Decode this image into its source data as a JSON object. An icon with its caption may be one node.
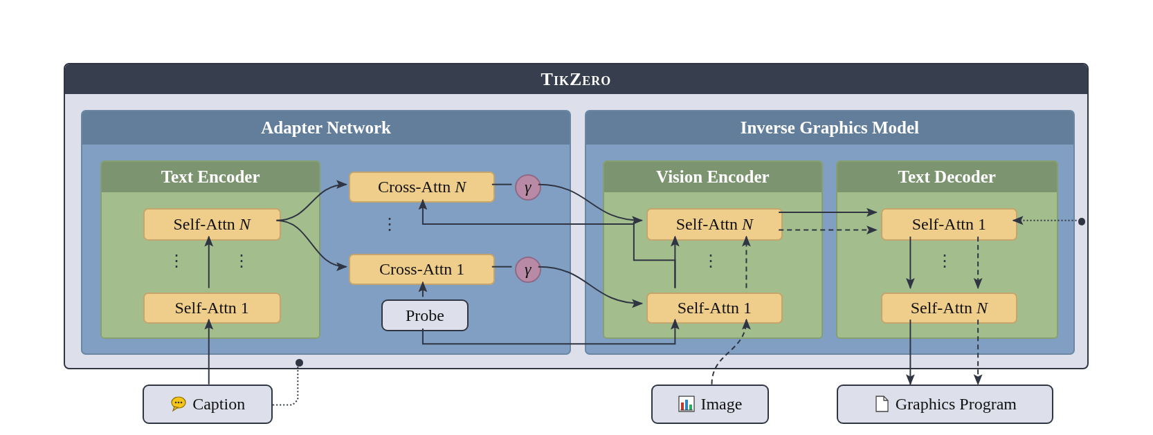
{
  "diagram": {
    "nodes": [
      {
        "text": [
          "TikZero"
        ]
      },
      {
        "text": [
          "Adapter Network"
        ],
        "in": 0
      },
      {
        "text": [
          "Text Encoder"
        ],
        "in": 1
      },
      {
        "text": [
          "Self-Attn *N*"
        ],
        "in": 2
      },
      {
        "text": [
          "Self-Attn 1"
        ],
        "in": 2
      },
      {
        "text": [
          "Cross-Attn *N*"
        ],
        "in": 1
      },
      {
        "text": [
          "Cross-Attn 1"
        ],
        "in": 1
      },
      {
        "text": [
          "γ"
        ],
        "in": 1
      },
      {
        "text": [
          "γ"
        ],
        "in": 1
      },
      {
        "text": [
          "Probe"
        ],
        "in": 1
      },
      {
        "text": [
          "Inverse Graphics Model"
        ],
        "in": 0
      },
      {
        "text": [
          "Vision Encoder"
        ],
        "in": 10
      },
      {
        "text": [
          "Self-Attn *N*"
        ],
        "in": 11
      },
      {
        "text": [
          "Self-Attn 1"
        ],
        "in": 11
      },
      {
        "text": [
          "Text Decoder"
        ],
        "in": 10
      },
      {
        "text": [
          "Self-Attn 1"
        ],
        "in": 14
      },
      {
        "text": [
          "Self-Attn *N*"
        ],
        "in": 14
      },
      {
        "text": [],
        "shape": "circle",
        "in": 0
      },
      {
        "text": [],
        "shape": "circle",
        "in": 0
      },
      {
        "text": [
          "Caption"
        ]
      },
      {
        "text": [
          "Image"
        ]
      },
      {
        "text": [
          "Graphics Program"
        ]
      }
    ],
    "edges": [
      {
        "from": 19,
        "to": 4,
        "arrow": "to"
      },
      {
        "from": 4,
        "to": 3,
        "arrow": "to"
      },
      {
        "from": 3,
        "to": 5,
        "arrow": "to"
      },
      {
        "from": 3,
        "to": 6,
        "arrow": "to"
      },
      {
        "from": 5,
        "to": 7,
        "arrow": "none"
      },
      {
        "from": 6,
        "to": 8,
        "arrow": "none"
      },
      {
        "from": 7,
        "to": 12,
        "arrow": "to"
      },
      {
        "from": 8,
        "to": 13,
        "arrow": "to"
      },
      {
        "from": 9,
        "to": 6,
        "arrow": "to"
      },
      {
        "from": 9,
        "to": 13,
        "arrow": "to"
      },
      {
        "from": 13,
        "to": 5,
        "arrow": "to"
      },
      {
        "from": 13,
        "to": 12,
        "arrow": "to"
      },
      {
        "from": 13,
        "to": 12,
        "arrow": "to",
        "style": "dashed"
      },
      {
        "from": 20,
        "to": 13,
        "arrow": "to",
        "style": "dashed"
      },
      {
        "from": 12,
        "to": 15,
        "arrow": "to"
      },
      {
        "from": 12,
        "to": 15,
        "arrow": "to",
        "style": "dashed"
      },
      {
        "from": 15,
        "to": 16,
        "arrow": "to"
      },
      {
        "from": 15,
        "to": 16,
        "arrow": "to",
        "style": "dashed"
      },
      {
        "from": 16,
        "to": 21,
        "arrow": "to"
      },
      {
        "from": 16,
        "to": 21,
        "arrow": "to",
        "style": "dashed"
      },
      {
        "from": 17,
        "to": 15,
        "arrow": "to",
        "style": "dashed"
      },
      {
        "from": 19,
        "to": 18,
        "arrow": "none",
        "style": "dashed"
      }
    ],
    "labels": [
      "⋮",
      "⋮",
      "⋮",
      "⋮",
      "⋮"
    ]
  }
}
